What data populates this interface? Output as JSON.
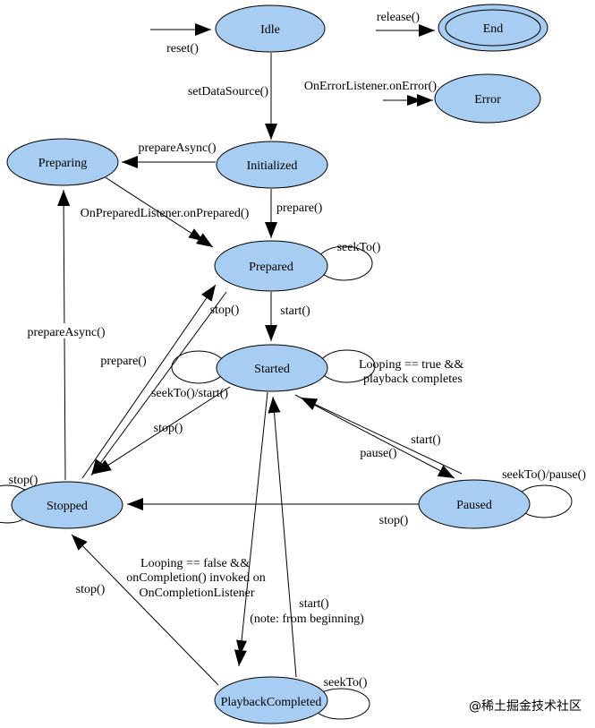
{
  "colors": {
    "state_fill": "#a7cef2",
    "stroke": "#000000",
    "background": "#ffffff",
    "watermark": "#c9c9c9"
  },
  "states": {
    "idle": "Idle",
    "end": "End",
    "error": "Error",
    "initialized": "Initialized",
    "preparing": "Preparing",
    "prepared": "Prepared",
    "started": "Started",
    "stopped": "Stopped",
    "paused": "Paused",
    "playback_completed": "PlaybackCompleted"
  },
  "labels": {
    "reset": "reset()",
    "release": "release()",
    "on_error": "OnErrorListener.onError()",
    "set_data_source": "setDataSource()",
    "prepare_async_top": "prepareAsync()",
    "on_prepared": "OnPreparedListener.onPrepared()",
    "prepare_from_initialized": "prepare()",
    "seekto_prepared_loop": "seekTo()",
    "stop_prepared_to_stopped": "stop()",
    "start_prepared_to_started": "start()",
    "prepare_stopped_to_prepared": "prepare()",
    "prepare_async_stopped_to_preparing": "prepareAsync()",
    "seekto_start_loop": "seekTo()/start()",
    "looping_true_line1": "Looping == true &&",
    "looping_true_line2": "playback completes",
    "stop_started_to_stopped": "stop()",
    "start_paused_to_started": "start()",
    "pause_started_to_paused": "pause()",
    "seekto_pause_loop": "seekTo()/pause()",
    "stop_paused_to_stopped": "stop()",
    "stop_self_loop": "stop()",
    "looping_false_line1": "Looping == false &&",
    "looping_false_line2": "onCompletion() invoked on",
    "looping_false_line3": "OnCompletionListener",
    "start_note_line1": "start()",
    "start_note_line2": "(note: from beginning)",
    "stop_playback_to_stopped": "stop()",
    "seekto_playback_loop": "seekTo()"
  },
  "watermark": "@稀土掘金技术社区"
}
